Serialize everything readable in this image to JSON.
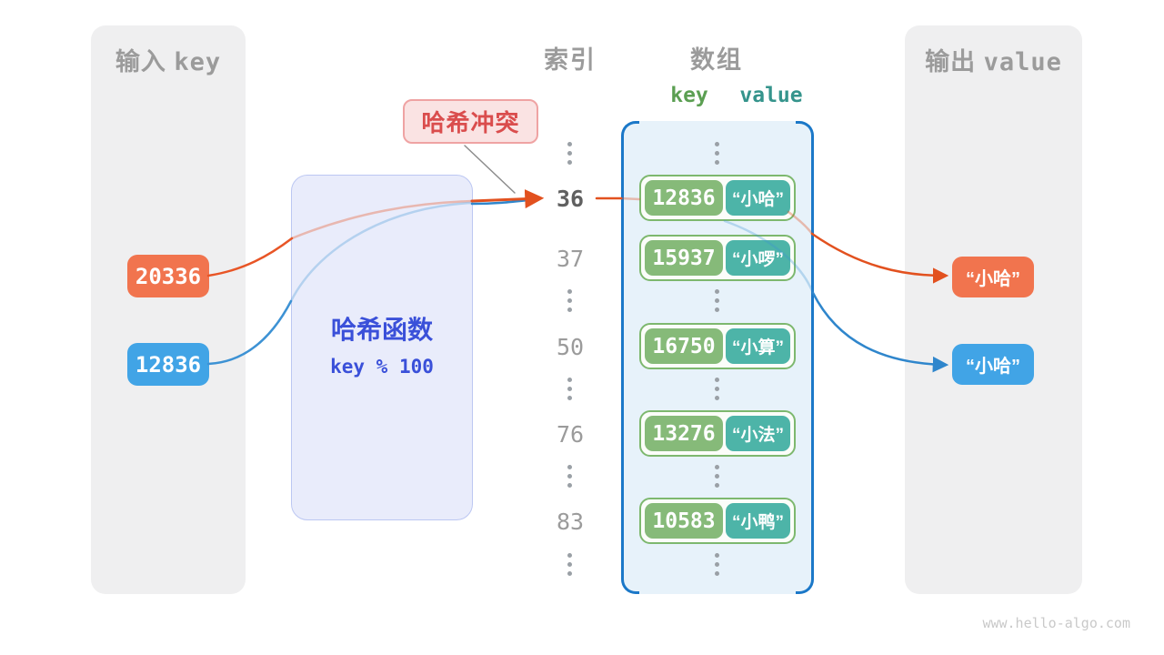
{
  "input_panel": {
    "title_zh": "输入",
    "title_en": "key",
    "keys": [
      {
        "value": "20336"
      },
      {
        "value": "12836"
      }
    ]
  },
  "output_panel": {
    "title_zh": "输出",
    "title_en": "value",
    "values": [
      {
        "text": "“小哈”"
      },
      {
        "text": "“小哈”"
      }
    ]
  },
  "hash_box": {
    "title": "哈希函数",
    "formula": "key % 100"
  },
  "collision": {
    "label": "哈希冲突"
  },
  "index_column": {
    "header": "索引",
    "indices": [
      "36",
      "37",
      "50",
      "76",
      "83"
    ]
  },
  "array_panel": {
    "header": "数组",
    "key_label": "key",
    "value_label": "value",
    "rows": [
      {
        "key": "12836",
        "value": "“小哈”"
      },
      {
        "key": "15937",
        "value": "“小啰”"
      },
      {
        "key": "16750",
        "value": "“小算”"
      },
      {
        "key": "13276",
        "value": "“小法”"
      },
      {
        "key": "10583",
        "value": "“小鸭”"
      }
    ]
  },
  "watermark": "www.hello-algo.com",
  "colors": {
    "key_orange": "#f1744e",
    "key_blue": "#41a4e6",
    "array_key_green": "#86ba79",
    "array_value_teal": "#4db4a8",
    "array_border_blue": "#1b78c8",
    "row_border_green": "#7db86e",
    "hash_text_blue": "#3a50d9",
    "collision_red": "#da4d4d",
    "gray_text": "#9b9b9b",
    "arrow_orange": "#e2511f",
    "arrow_blue": "#2f86cc"
  }
}
